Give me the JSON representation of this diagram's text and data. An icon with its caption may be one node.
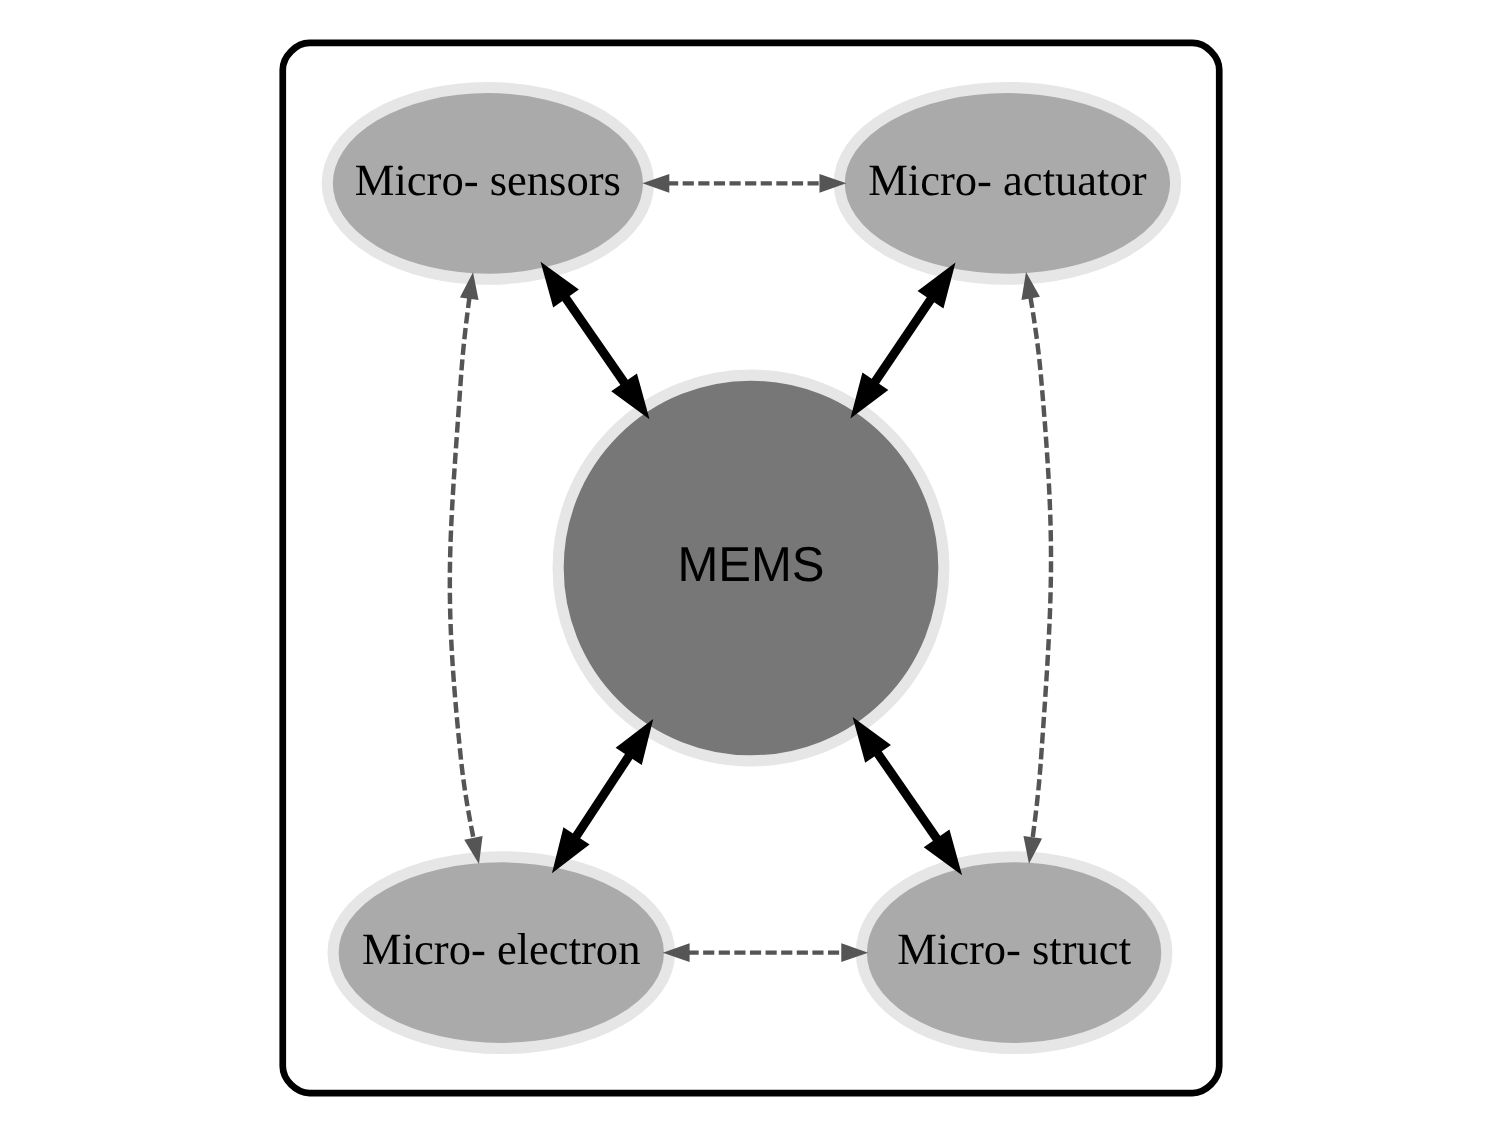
{
  "diagram": {
    "nodes": [
      {
        "text": [],
        "shape": "box"
      },
      {
        "text": [
          "Micro- sensors"
        ],
        "in": 0
      },
      {
        "text": [
          "Micro- actuator"
        ],
        "in": 0
      },
      {
        "text": [
          "MEMS"
        ],
        "in": 0
      },
      {
        "text": [
          "Micro- electron"
        ],
        "in": 0
      },
      {
        "text": [
          "Micro- struct"
        ],
        "in": 0
      }
    ],
    "edges": [
      {
        "from": 1,
        "to": 2,
        "arrow": "both",
        "style": "dashed",
        "color": "#555555"
      },
      {
        "from": 1,
        "to": 3,
        "arrow": "both",
        "style": "thick"
      },
      {
        "from": 2,
        "to": 3,
        "arrow": "both",
        "style": "thick"
      },
      {
        "from": 1,
        "to": 4,
        "arrow": "both",
        "style": "dashed",
        "color": "#555555"
      },
      {
        "from": 2,
        "to": 5,
        "arrow": "both",
        "style": "dashed",
        "color": "#555555"
      },
      {
        "from": 4,
        "to": 3,
        "arrow": "both",
        "style": "thick"
      },
      {
        "from": 5,
        "to": 3,
        "arrow": "both",
        "style": "thick"
      },
      {
        "from": 4,
        "to": 5,
        "arrow": "both",
        "style": "dashed",
        "color": "#555555"
      }
    ]
  }
}
